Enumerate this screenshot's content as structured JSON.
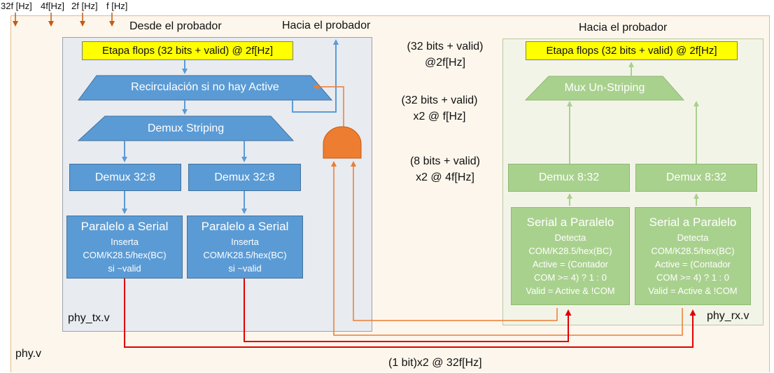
{
  "clocks": [
    "32f [Hz]",
    "4f[Hz]",
    "2f [Hz]",
    "f [Hz]"
  ],
  "phy_label": "phy.v",
  "tx": {
    "module_label": "phy_tx.v",
    "header_from": "Desde el probador",
    "header_to": "Hacia el probador",
    "flops": "Etapa flops (32 bits + valid) @ 2f[Hz]",
    "recirc": "Recirculación si no hay Active",
    "demux_striping": "Demux Striping",
    "demux_a": "Demux 32:8",
    "demux_b": "Demux 32:8",
    "p2s": [
      {
        "title": "Paralelo a Serial",
        "l1": "Inserta",
        "l2": "COM/K28.5/hex(BC)",
        "l3": "si ~valid"
      },
      {
        "title": "Paralelo a Serial",
        "l1": "Inserta",
        "l2": "COM/K28.5/hex(BC)",
        "l3": "si ~valid"
      }
    ]
  },
  "rx": {
    "module_label": "phy_rx.v",
    "header_to": "Hacia el probador",
    "flops": "Etapa flops (32 bits + valid) @ 2f[Hz]",
    "mux": "Mux Un-Striping",
    "demux_a": "Demux 8:32",
    "demux_b": "Demux 8:32",
    "s2p": [
      {
        "title": "Serial a Paralelo",
        "l1": "Detecta",
        "l2": "COM/K28.5/hex(BC)",
        "l3": "Active = (Contador",
        "l4": "COM >= 4) ? 1 : 0",
        "l5": "Valid = Active & !COM"
      },
      {
        "title": "Serial a Paralelo",
        "l1": "Detecta",
        "l2": "COM/K28.5/hex(BC)",
        "l3": "Active = (Contador",
        "l4": "COM >= 4) ? 1 : 0",
        "l5": "Valid = Active & !COM"
      }
    ]
  },
  "middle": {
    "a1": "(32 bits + valid)",
    "a2": "@2f[Hz]",
    "b1": "(32 bits + valid)",
    "b2": "x2 @ f[Hz]",
    "c1": "(8 bits + valid)",
    "c2": "x2 @ 4f[Hz]"
  },
  "serial_label": "(1 bit)x2 @ 32f[Hz]",
  "colors": {
    "blue_box": "#5b9bd5",
    "green_box": "#a9d18e",
    "yellow_box": "#ffff00",
    "gate": "#ed7d31",
    "serial_line": "#e00000",
    "tx_arrow": "#5b9bd5",
    "rx_arrow": "#a9d18e",
    "feedback": "#ed7d31",
    "clock_arrow": "#c55a11"
  }
}
